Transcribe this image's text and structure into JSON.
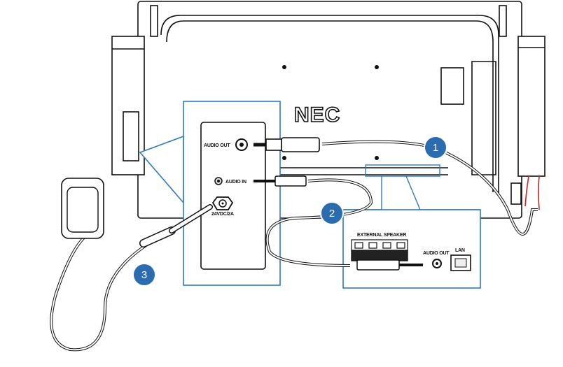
{
  "brand_logo": "NEC",
  "ports": {
    "audio_out": "AUDIO OUT",
    "audio_in": "AUDIO IN",
    "power": "24VDC/2A",
    "external_speaker": "EXTERNAL SPEAKER",
    "audio_out_2": "AUDIO OUT",
    "lan": "LAN"
  },
  "callouts": [
    "1",
    "2",
    "3"
  ],
  "colors": {
    "callout": "#2b6cb0",
    "highlight_border": "#2f7ac0",
    "cable_red": "#d21f1f"
  }
}
